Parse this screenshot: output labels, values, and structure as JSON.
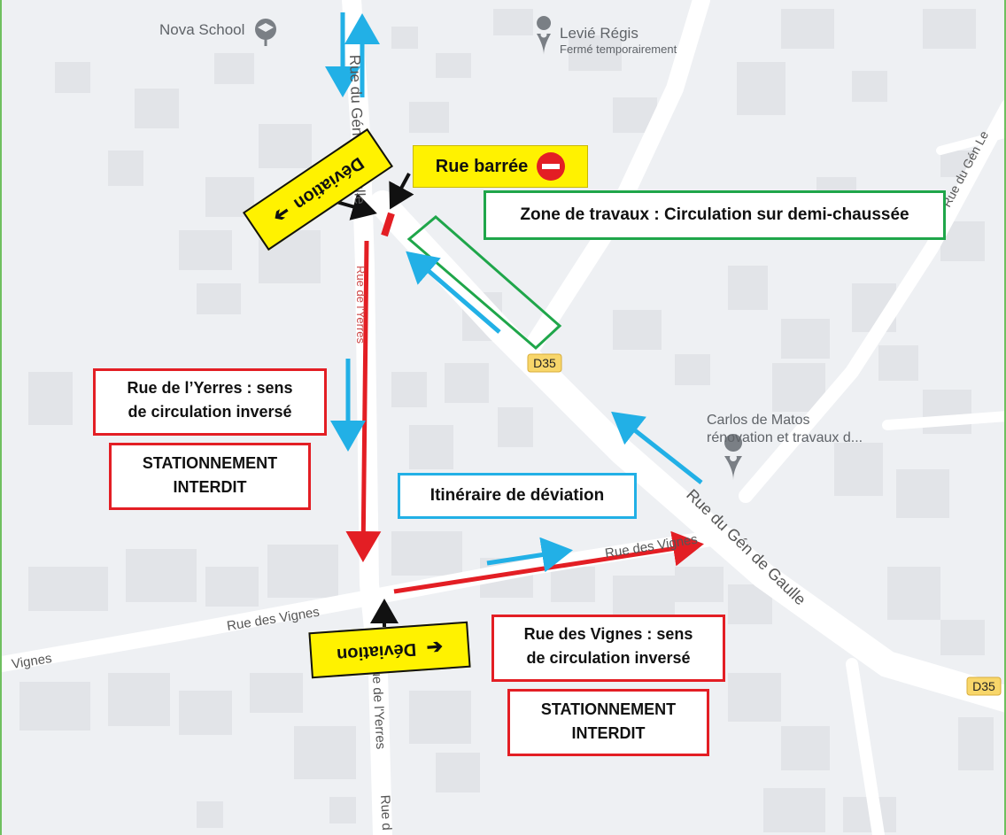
{
  "map": {
    "pois": [
      {
        "name": "Nova School"
      },
      {
        "name": "Levié Régis",
        "subtitle": "Fermé temporairement"
      },
      {
        "name_line1": "Carlos de Matos",
        "name_line2": "rénovation et travaux d..."
      }
    ],
    "streets": {
      "gen_de_gaulle_main": "Rue du Gén de Gaulle",
      "gen_de_gaulle_top": "Rue du Gén de Gaulle",
      "gen_de_gaulle_top_right": "Rue du Gén Le",
      "vignes_right": "Rue des Vignes",
      "vignes_left": "Rue des Vignes",
      "vignes_far_left": "Vignes",
      "yerres_lower": "Rue de l'Yerres",
      "yerres_bottom": "Rue d"
    },
    "road_badges": [
      "D35",
      "D35"
    ]
  },
  "annotations": {
    "deviation_top": "Déviation",
    "deviation_bottom": "Déviation",
    "rue_barree": "Rue barrée",
    "zone_travaux": "Zone de travaux : Circulation sur demi-chaussée",
    "yerres_line1": "Rue de l’Yerres : sens",
    "yerres_line2": "de circulation inversé",
    "stationnement1_line1": "STATIONNEMENT",
    "stationnement1_line2": "INTERDIT",
    "itineraire": "Itinéraire de déviation",
    "vignes_line1": "Rue des Vignes : sens",
    "vignes_line2": "de circulation inversé",
    "stationnement2_line1": "STATIONNEMENT",
    "stationnement2_line2": "INTERDIT"
  },
  "colors": {
    "deviation_route": "#e31e24",
    "traffic_flow": "#22b0e6",
    "closure": "#e31e24",
    "works_zone": "#1fa64a",
    "deviation_sign": "#fff200",
    "road": "#ffffff",
    "building": "#e2e4e8",
    "background": "#eef0f3"
  },
  "icons": [
    "no-entry-icon",
    "map-pin-icon",
    "school-icon",
    "arrow-left-icon",
    "arrow-right-icon"
  ]
}
